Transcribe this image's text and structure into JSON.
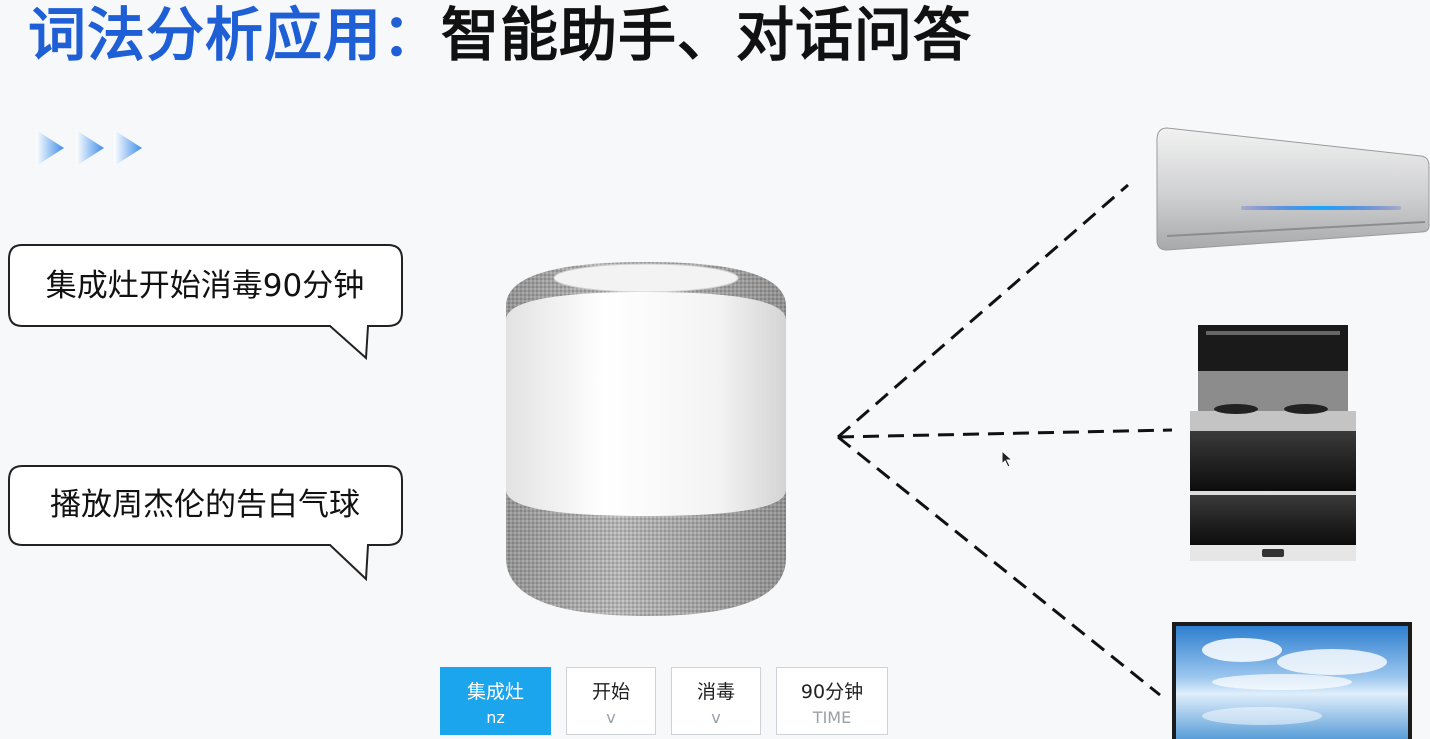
{
  "title": {
    "part1": "词法分析应用",
    "separator": "：",
    "part2": "智能助手、对话问答"
  },
  "bubbles": [
    {
      "text": "集成灶开始消毒90分钟"
    },
    {
      "text": "播放周杰伦的告白气球"
    }
  ],
  "tokens": [
    {
      "word": "集成灶",
      "tag": "nz",
      "active": true
    },
    {
      "word": "开始",
      "tag": "v",
      "active": false
    },
    {
      "word": "消毒",
      "tag": "v",
      "active": false
    },
    {
      "word": "90分钟",
      "tag": "TIME",
      "active": false
    }
  ],
  "devices": {
    "speaker": "smart-speaker",
    "targets": [
      "air-conditioner",
      "integrated-stove",
      "television"
    ]
  },
  "colors": {
    "title_blue": "#1f5fd6",
    "token_active": "#1aa5ec",
    "arrow_blue": "#3f8ee8"
  }
}
